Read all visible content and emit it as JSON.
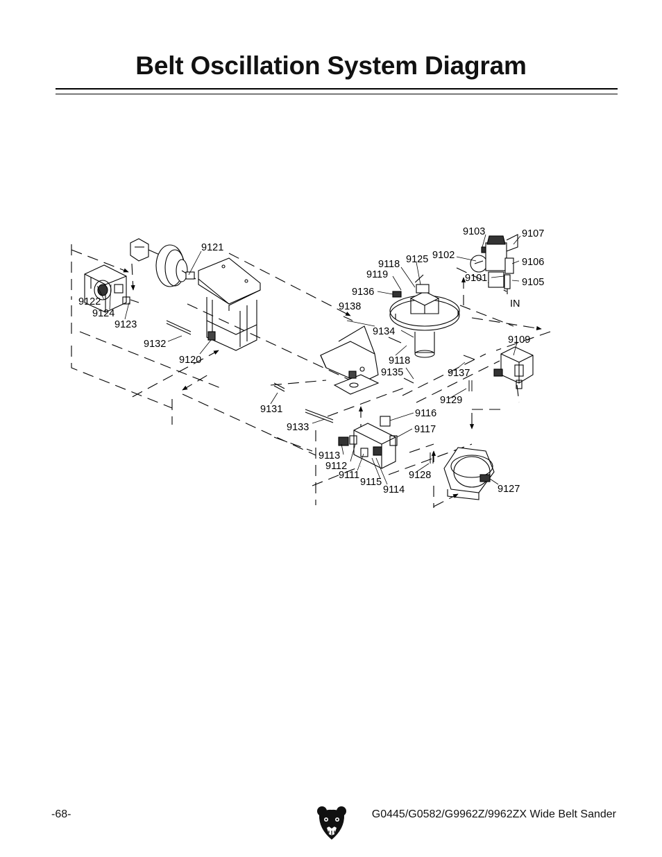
{
  "page": {
    "title": "Belt Oscillation System Diagram",
    "page_number": "-68-",
    "footer_title": "G0445/G0582/G9962Z/9962ZX Wide Belt Sander"
  },
  "icons": {
    "logo": "grizzly-bear-logo"
  },
  "diagram": {
    "labels": {
      "p9103": "9103",
      "p9107": "9107",
      "p9121": "9121",
      "p9102": "9102",
      "p9125": "9125",
      "p9118a": "9118",
      "p9119": "9119",
      "p9106": "9106",
      "p9101": "9101",
      "p9105": "9105",
      "p9136": "9136",
      "in": "IN",
      "p9122": "9122",
      "p9138": "9138",
      "p9124": "9124",
      "p9123": "9123",
      "p9134": "9134",
      "p9109": "9109",
      "p9132": "9132",
      "p9118b": "9118",
      "p9120": "9120",
      "p9135": "9135",
      "p9137": "9137",
      "p9129": "9129",
      "p9131": "9131",
      "p9116": "9116",
      "p9133": "9133",
      "p9117": "9117",
      "p9113": "9113",
      "p9112": "9112",
      "p9111": "9111",
      "p9128": "9128",
      "p9115": "9115",
      "p9114": "9114",
      "p9127": "9127"
    }
  }
}
